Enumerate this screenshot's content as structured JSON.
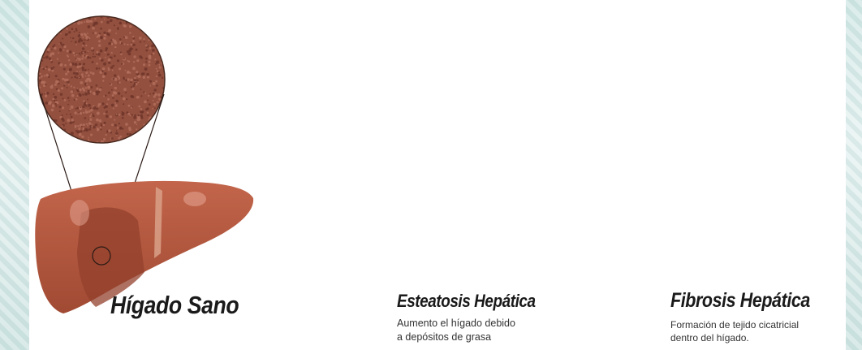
{
  "stages": [
    {
      "title": "Hígado Sano",
      "description": [],
      "liver_color": "#b5543c",
      "zoom_texture": "healthy"
    },
    {
      "title": "Esteatosis Hepática",
      "description": [
        "Aumento el hígado debido",
        "a depósitos de grasa"
      ],
      "liver_color": "#c86e14",
      "zoom_texture": "fatty"
    },
    {
      "title": "Fibrosis Hepática",
      "description": [
        "Formación de tejido cicatricial",
        "dentro del hígado."
      ],
      "liver_color": "#c0634b",
      "zoom_texture": "fibrosis"
    }
  ],
  "arrow_color": "#b56445",
  "arrows": [
    "arrow-1",
    "arrow-2",
    "arrow-3"
  ]
}
